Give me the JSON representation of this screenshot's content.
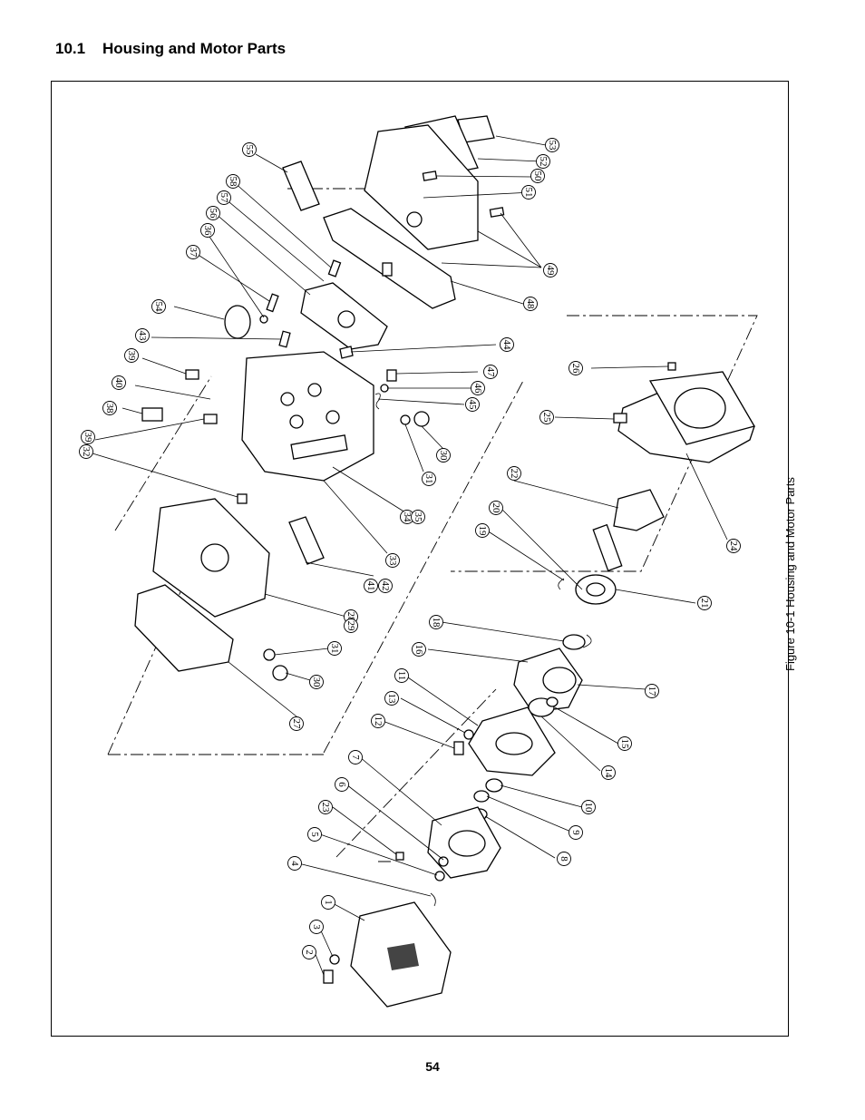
{
  "page": {
    "section_number": "10.1",
    "section_title": "Housing and Motor Parts",
    "figure_caption": "Figure 10-1  Housing and Motor Parts",
    "page_number": "54"
  },
  "callouts": [
    "1",
    "2",
    "3",
    "4",
    "5",
    "6",
    "7",
    "8",
    "9",
    "10",
    "11",
    "12",
    "13",
    "14",
    "15",
    "16",
    "17",
    "18",
    "19",
    "20",
    "21",
    "22",
    "23",
    "24",
    "25",
    "26",
    "27",
    "28",
    "29",
    "30",
    "30",
    "31",
    "31",
    "32",
    "33",
    "34",
    "35",
    "36",
    "37",
    "38",
    "39",
    "39",
    "40",
    "41",
    "42",
    "43",
    "44",
    "45",
    "46",
    "47",
    "48",
    "49",
    "50",
    "51",
    "52",
    "53",
    "54",
    "55",
    "56",
    "57",
    "58"
  ]
}
